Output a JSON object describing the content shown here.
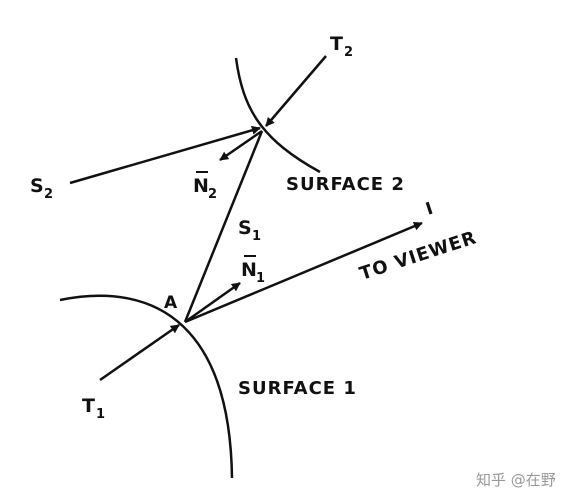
{
  "labels": {
    "t2": "T",
    "t2_sub": "2",
    "s2": "S",
    "s2_sub": "2",
    "n2": "N",
    "n2_sub": "2",
    "surface2": "SURFACE 2",
    "s1": "S",
    "s1_sub": "1",
    "n1": "N",
    "n1_sub": "1",
    "to_viewer": "TO VIEWER",
    "point_a": "A",
    "t1": "T",
    "t1_sub": "1",
    "surface1": "SURFACE 1",
    "viewer_mark": "I"
  },
  "watermark": "知乎 @在野",
  "colors": {
    "ink": "#111111",
    "watermark": "#9a9a9a"
  }
}
